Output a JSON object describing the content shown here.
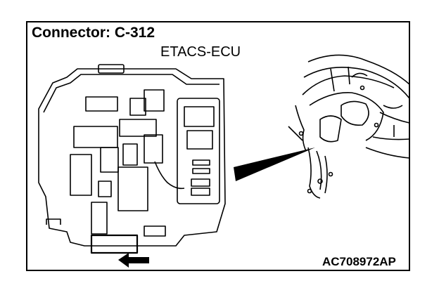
{
  "header": {
    "title": "Connector: C-312"
  },
  "component": {
    "label": "ETACS-ECU"
  },
  "figure": {
    "code": "AC708972AP"
  },
  "icons": {
    "locator": "arrow-icon"
  }
}
